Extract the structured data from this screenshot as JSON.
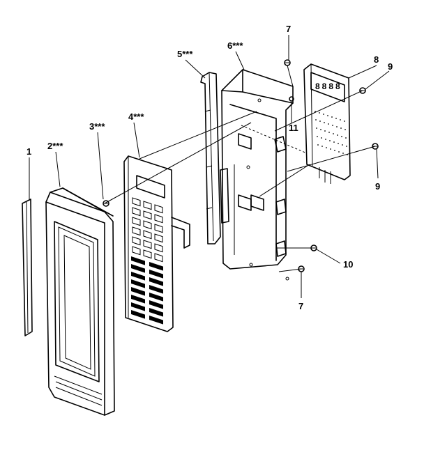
{
  "callouts": {
    "c1": "1",
    "c2": "2***",
    "c3": "3***",
    "c4": "4***",
    "c5": "5***",
    "c6": "6***",
    "c7a": "7",
    "c8": "8",
    "c9a": "9",
    "c9b": "9",
    "c10": "10",
    "c7b": "7",
    "c11": "11"
  },
  "display_digits": "8888"
}
